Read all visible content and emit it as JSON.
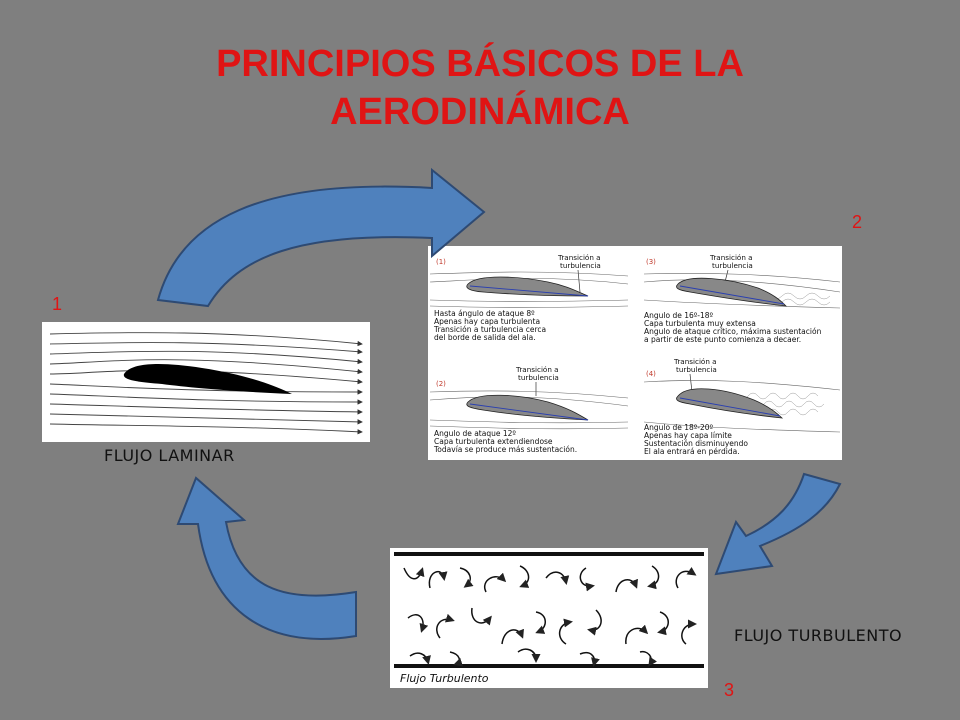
{
  "title": {
    "line1": "PRINCIPIOS BÁSICOS DE LA",
    "line2": "AERODINÁMICA"
  },
  "colors": {
    "background": "#7f7f7f",
    "title": "#e01414",
    "arrow_fill": "#4f81bd",
    "arrow_stroke": "#2e4a73"
  },
  "steps": {
    "one": {
      "number": "1",
      "caption": "FLUJO LAMINAR"
    },
    "two": {
      "number": "2",
      "panels": [
        {
          "tag": "(1)",
          "label": "Transición a turbulencia",
          "label_l1": "Transición a",
          "label_l2": "turbulencia",
          "desc": [
            "Hasta ángulo de ataque 8º",
            "Apenas hay capa turbulenta",
            "Transición a turbulencia cerca",
            "del borde de salida del ala."
          ]
        },
        {
          "tag": "(3)",
          "label_l1": "Transición a",
          "label_l2": "turbulencia",
          "desc": [
            "Angulo de 16º-18º",
            "Capa turbulenta muy extensa",
            "Angulo de ataque crítico, máxima sustentación",
            "a partir de este punto comienza a decaer."
          ]
        },
        {
          "tag": "(2)",
          "label_l1": "Transición a",
          "label_l2": "turbulencia",
          "desc": [
            "Angulo de ataque 12º",
            "Capa turbulenta extendiendose",
            "Todavía se produce más sustentación."
          ]
        },
        {
          "tag": "(4)",
          "label_l1": "Transición a",
          "label_l2": "turbulencia",
          "desc": [
            "Angulo de 18º-20º",
            "Apenas hay capa límite",
            "Sustentación disminuyendo",
            "El ala entrará en pérdida."
          ]
        }
      ]
    },
    "three": {
      "number": "3",
      "caption": "FLUJO TURBULENTO",
      "image_label": "Flujo Turbulento"
    }
  },
  "arrow_icons": [
    "curved-arrow-top",
    "curved-arrow-right",
    "curved-arrow-left"
  ]
}
